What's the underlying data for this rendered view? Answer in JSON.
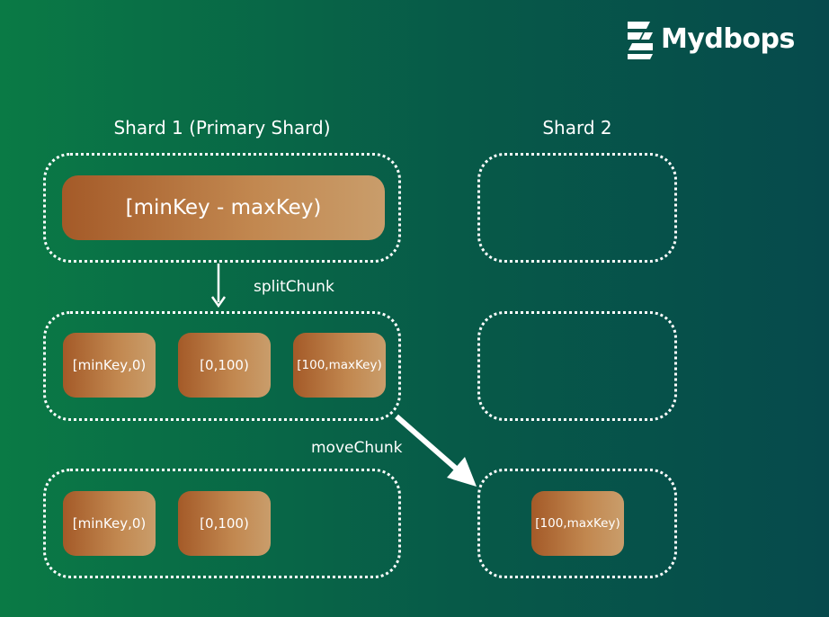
{
  "brand": {
    "name": "Mydbops",
    "icon": "mydbops-logo-icon"
  },
  "shards": [
    {
      "title": "Shard 1 (Primary Shard)"
    },
    {
      "title": "Shard 2"
    }
  ],
  "operations": {
    "split": "splitChunk",
    "move": "moveChunk"
  },
  "stage1": {
    "shard1_chunks": [
      "[minKey - maxKey)"
    ]
  },
  "stage2": {
    "shard1_chunks": [
      "[minKey,0)",
      "[0,100)",
      "[100,maxKey)"
    ]
  },
  "stage3": {
    "shard1_chunks": [
      "[minKey,0)",
      "[0,100)"
    ],
    "shard2_chunks": [
      "[100,maxKey)"
    ]
  },
  "colors": {
    "background_left": "#0a7a45",
    "background_right": "#064a4c",
    "chunk_dark": "#a45a28",
    "chunk_light": "#c99d6b",
    "line": "#ffffff"
  }
}
